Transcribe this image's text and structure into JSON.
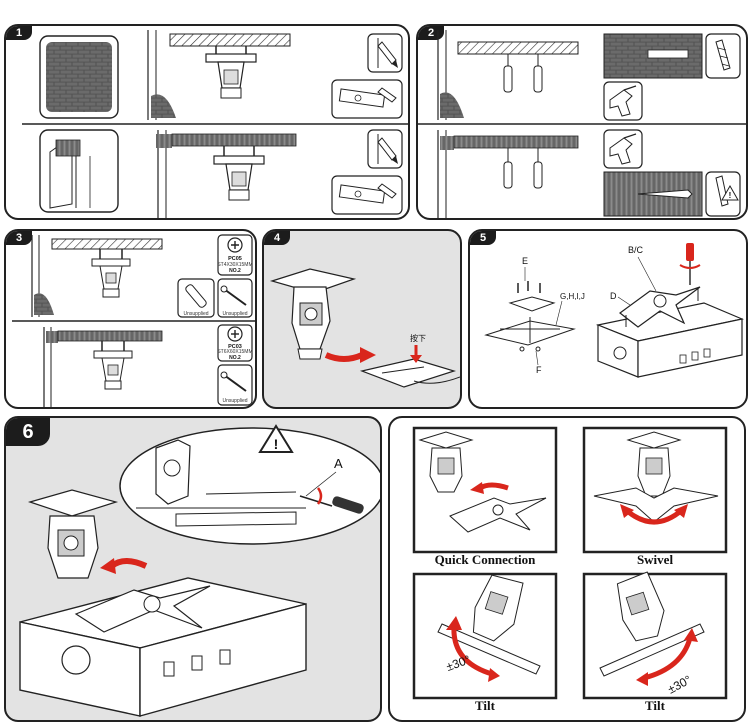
{
  "steps": {
    "s1": "1",
    "s2": "2",
    "s3": "3",
    "s4": "4",
    "s5": "5",
    "s6": "6"
  },
  "step3": {
    "screw_top": {
      "code": "PC05",
      "spec": "ST4X30X15MM",
      "qty": "NO.2"
    },
    "screw_bottom": {
      "code": "PC03",
      "spec": "ST6X60X15MM",
      "qty": "NO.2"
    },
    "unsupplied": "Unsupplied"
  },
  "step4": {
    "press_label": "按下"
  },
  "step5": {
    "label_e": "E",
    "label_bc": "B/C",
    "label_ghij": "G,H,I,J",
    "label_d": "D",
    "label_f": "F"
  },
  "step6": {
    "label_a": "A",
    "warning_symbol": "!"
  },
  "views": {
    "quick": "Quick Connection",
    "swivel": "Swivel",
    "tilt_left": "Tilt",
    "tilt_right": "Tilt",
    "angle_left": "±30°",
    "angle_right": "±30°"
  },
  "colors": {
    "arrow": "#d9261c",
    "line": "#222222",
    "panel_grey": "#e3e3e3"
  },
  "icons": [
    "brick-wall-icon",
    "wood-beam-icon",
    "pencil-mark-icon",
    "spirit-level-icon",
    "drill-bit-icon",
    "power-drill-icon",
    "warning-icon",
    "screw-icon",
    "screwdriver-icon",
    "projector-icon",
    "ceiling-mount-icon"
  ]
}
